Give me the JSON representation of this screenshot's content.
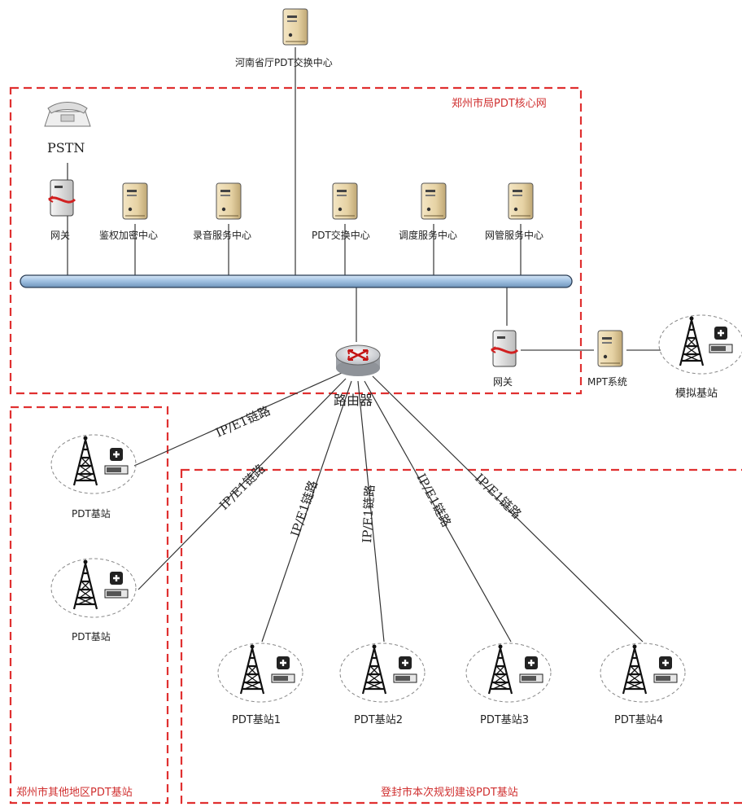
{
  "top_server": {
    "label": "河南省厅PDT交换中心",
    "icon": "server-icon"
  },
  "core_region": {
    "label": "郑州市局PDT核心网",
    "color": "#d03030"
  },
  "other_region": {
    "label": "郑州市其他地区PDT基站",
    "color": "#d03030"
  },
  "dengfeng_region": {
    "label": "登封市本次规划建设PDT基站",
    "color": "#d03030"
  },
  "pstn": {
    "label": "PSTN",
    "icon": "telephone-icon"
  },
  "core_nodes": [
    {
      "label": "网关",
      "icon": "gateway-icon"
    },
    {
      "label": "鉴权加密中心",
      "icon": "server-icon"
    },
    {
      "label": "录音服务中心",
      "icon": "server-icon"
    },
    {
      "label": "PDT交换中心",
      "icon": "server-icon"
    },
    {
      "label": "调度服务中心",
      "icon": "server-icon"
    },
    {
      "label": "网管服务中心",
      "icon": "server-icon"
    }
  ],
  "router": {
    "label": "路由器",
    "icon": "router-icon"
  },
  "gateway2": {
    "label": "网关",
    "icon": "gateway-icon"
  },
  "mpt": {
    "label": "MPT系统",
    "icon": "server-icon"
  },
  "analog_station": {
    "label": "模拟基站",
    "icon": "base-station-icon"
  },
  "other_stations": [
    {
      "label": "PDT基站"
    },
    {
      "label": "PDT基站"
    }
  ],
  "link_label": "IP/E1链路",
  "dengfeng_stations": [
    {
      "label": "PDT基站1"
    },
    {
      "label": "PDT基站2"
    },
    {
      "label": "PDT基站3"
    },
    {
      "label": "PDT基站4"
    }
  ],
  "colors": {
    "bus": "#a9c6e4",
    "bus_stroke": "#2a3d55",
    "dash": "#e03030",
    "server_body": "#e8d8b0"
  }
}
